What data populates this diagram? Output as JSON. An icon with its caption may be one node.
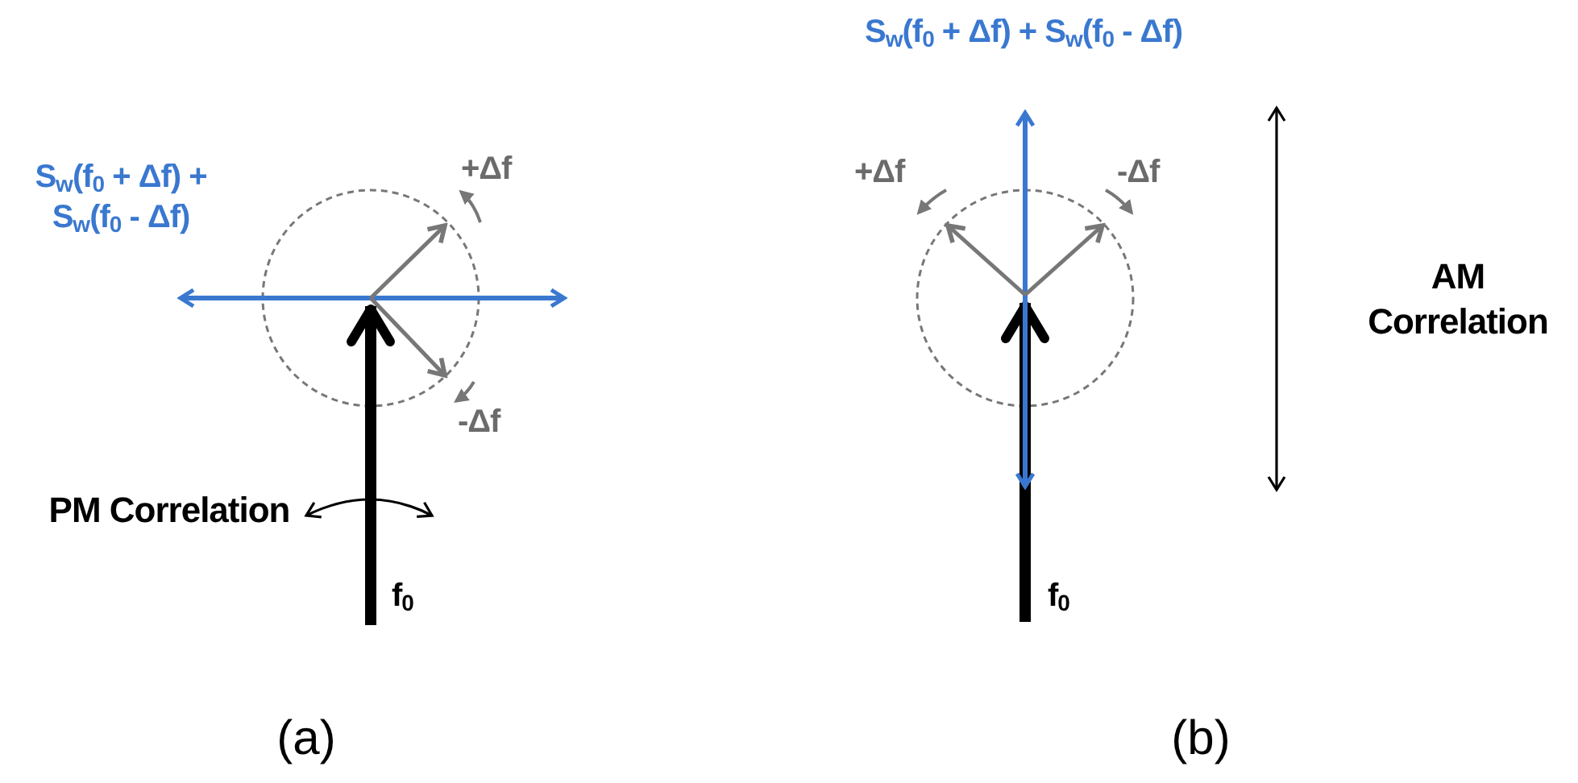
{
  "diagram": {
    "labels": [
      "S$_{w}$(f$_{0}$ + Δf) + S$_{w}$(f$_{0}$ - Δf)",
      "+Δf",
      "-Δf",
      "PM Correlation",
      "f$_{0}$",
      "(a)",
      "S$_{w}$(f$_{0}$ + Δf) + S$_{w}$(f$_{0}$ - Δf)",
      "+Δf",
      "-Δf",
      "AM Correlation",
      "f$_{0}$",
      "(b)"
    ]
  }
}
